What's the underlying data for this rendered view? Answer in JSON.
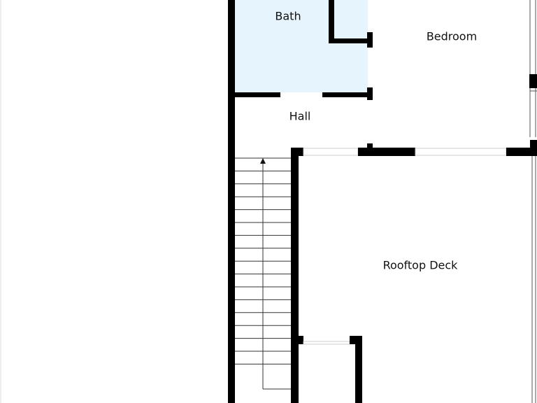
{
  "rooms": {
    "bath": "Bath",
    "bedroom": "Bedroom",
    "hall": "Hall",
    "rooftop_deck": "Rooftop Deck"
  },
  "colors": {
    "wall": "#000000",
    "bath_fill": "#e6f4fe",
    "background": "#ffffff",
    "thin_line": "#333333",
    "window": "#e8e8e8"
  },
  "stairs": {
    "direction": "up"
  }
}
